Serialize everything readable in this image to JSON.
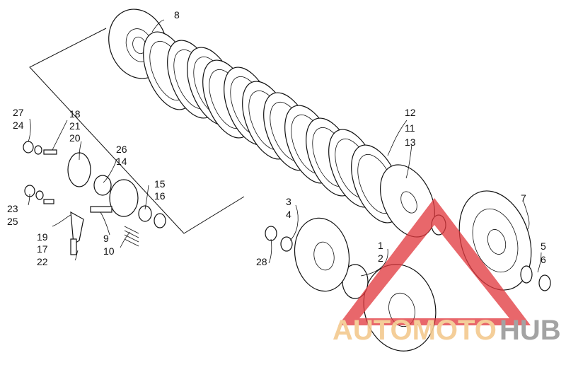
{
  "callouts": [
    {
      "id": "8",
      "text": "8"
    },
    {
      "id": "27",
      "text": "27"
    },
    {
      "id": "24",
      "text": "24"
    },
    {
      "id": "18",
      "text": "18"
    },
    {
      "id": "21",
      "text": "21"
    },
    {
      "id": "20",
      "text": "20"
    },
    {
      "id": "26",
      "text": "26"
    },
    {
      "id": "14",
      "text": "14"
    },
    {
      "id": "15",
      "text": "15"
    },
    {
      "id": "16",
      "text": "16"
    },
    {
      "id": "23",
      "text": "23"
    },
    {
      "id": "25",
      "text": "25"
    },
    {
      "id": "19",
      "text": "19"
    },
    {
      "id": "17",
      "text": "17"
    },
    {
      "id": "22",
      "text": "22"
    },
    {
      "id": "9",
      "text": "9"
    },
    {
      "id": "10",
      "text": "10"
    },
    {
      "id": "3",
      "text": "3"
    },
    {
      "id": "4",
      "text": "4"
    },
    {
      "id": "28",
      "text": "28"
    },
    {
      "id": "1",
      "text": "1"
    },
    {
      "id": "2",
      "text": "2"
    },
    {
      "id": "12",
      "text": "12"
    },
    {
      "id": "11",
      "text": "11"
    },
    {
      "id": "13",
      "text": "13"
    },
    {
      "id": "7",
      "text": "7"
    },
    {
      "id": "5",
      "text": "5"
    },
    {
      "id": "6",
      "text": "6"
    }
  ],
  "watermark": {
    "part1": "AUTOMOTO",
    "part2": "HUB",
    "triangle_color": "#e0383e",
    "text_color_1": "#f3c98f",
    "text_color_2": "#9a9a9a"
  }
}
